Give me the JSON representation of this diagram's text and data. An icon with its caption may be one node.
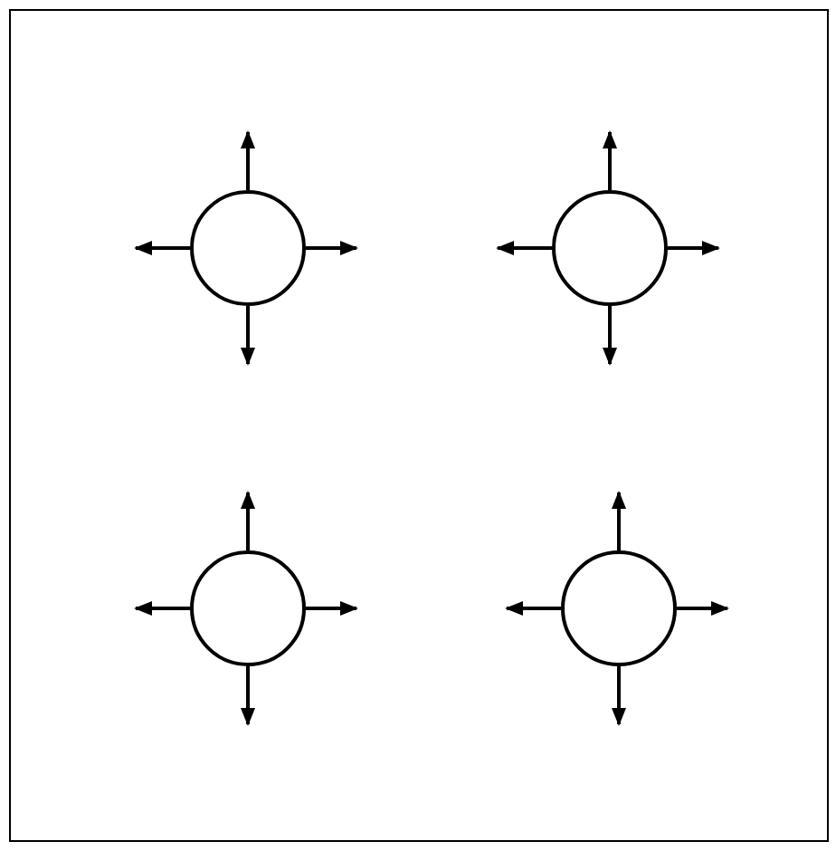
{
  "diagram": {
    "nodes": [
      {
        "text": [],
        "shape": "box"
      },
      {
        "text": [],
        "shape": "circle",
        "in": 0
      },
      {
        "text": [],
        "shape": "circle",
        "in": 0
      },
      {
        "text": [],
        "shape": "circle",
        "in": 0
      },
      {
        "text": [],
        "shape": "circle",
        "in": 0
      }
    ],
    "edges": [
      {
        "from": 1,
        "to": null,
        "arrow": "to"
      },
      {
        "from": 1,
        "to": null,
        "arrow": "to"
      },
      {
        "from": 1,
        "to": null,
        "arrow": "to"
      },
      {
        "from": 1,
        "to": null,
        "arrow": "to"
      },
      {
        "from": 2,
        "to": null,
        "arrow": "to"
      },
      {
        "from": 2,
        "to": null,
        "arrow": "to"
      },
      {
        "from": 2,
        "to": null,
        "arrow": "to"
      },
      {
        "from": 2,
        "to": null,
        "arrow": "to"
      },
      {
        "from": 3,
        "to": null,
        "arrow": "to"
      },
      {
        "from": 3,
        "to": null,
        "arrow": "to"
      },
      {
        "from": 3,
        "to": null,
        "arrow": "to"
      },
      {
        "from": 3,
        "to": null,
        "arrow": "to"
      },
      {
        "from": 4,
        "to": null,
        "arrow": "to"
      },
      {
        "from": 4,
        "to": null,
        "arrow": "to"
      },
      {
        "from": 4,
        "to": null,
        "arrow": "to"
      },
      {
        "from": 4,
        "to": null,
        "arrow": "to"
      }
    ]
  }
}
